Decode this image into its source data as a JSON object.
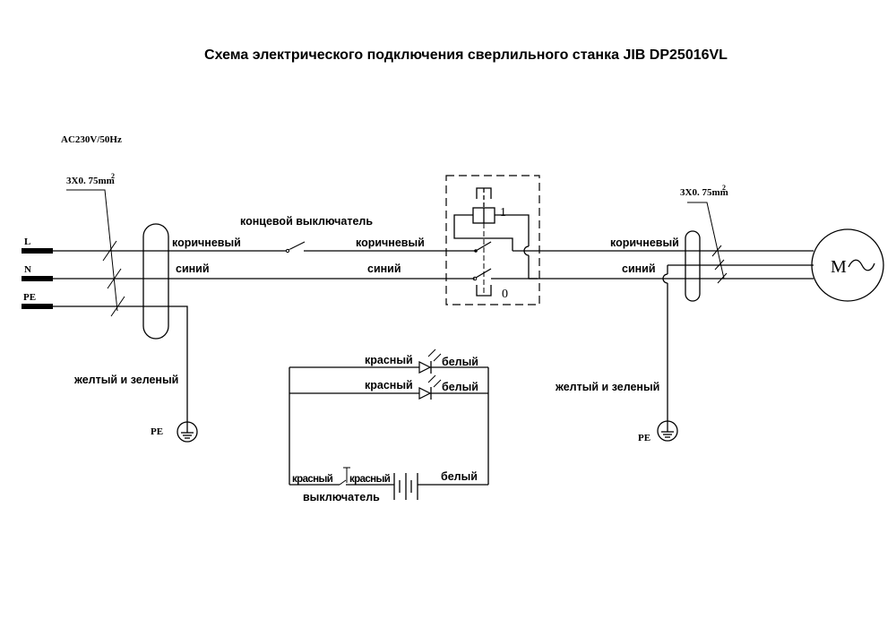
{
  "title": "Схема электрического подключения сверлильного станка JIB DP25016VL",
  "supply": {
    "voltage_label": "AC230V/50Hz",
    "terminals": [
      "L",
      "N",
      "PE"
    ],
    "cable_spec": "3X0. 75mm",
    "cable_spec_sup": "2"
  },
  "limit_switch": {
    "label": "концевой выключатель"
  },
  "left_wires": {
    "brown": "коричневый",
    "blue": "синий",
    "earth": "желтый и зеленый",
    "earth_symbol_label": "PE"
  },
  "middle_wires": {
    "brown": "коричневый",
    "blue": "синий"
  },
  "main_switch": {
    "position_on": "1",
    "position_off": "0"
  },
  "motor_side": {
    "cable_spec": "3X0. 75mm",
    "cable_spec_sup": "2",
    "brown": "коричневый",
    "blue": "синий",
    "earth": "желтый и зеленый",
    "earth_symbol_label": "PE",
    "motor_letter": "M",
    "motor_symbol": "~"
  },
  "led_circuit": {
    "leds": [
      {
        "anode": "красный",
        "cathode": "белый"
      },
      {
        "anode": "красный",
        "cathode": "белый"
      }
    ],
    "switch_left": "красный",
    "switch_right": "красный",
    "switch_label": "выключатель",
    "battery_wire": "белый"
  }
}
